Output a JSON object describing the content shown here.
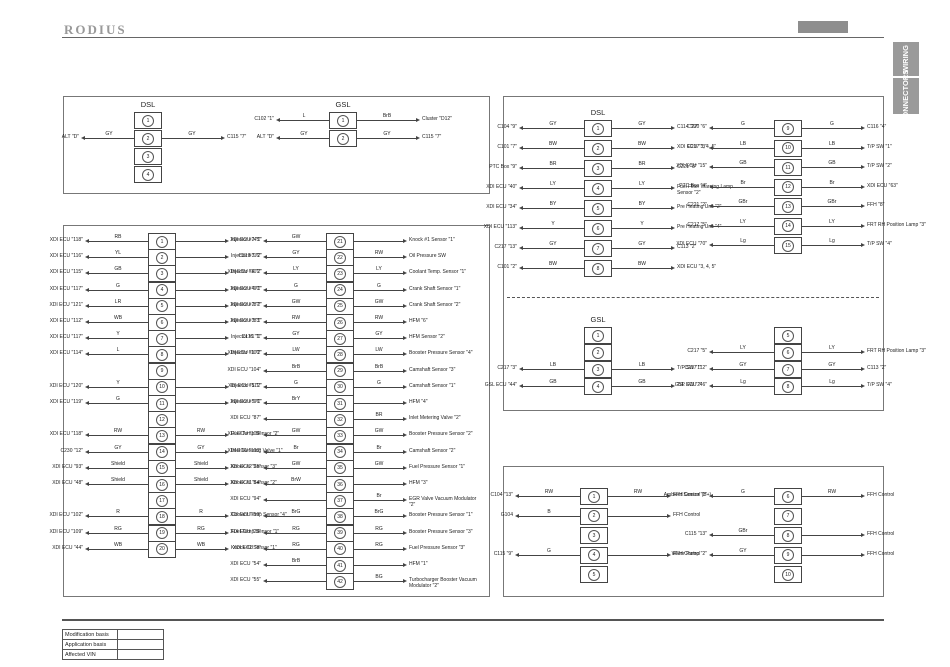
{
  "header": {
    "brand": "RODIUS"
  },
  "side_tabs": [
    "WIRING",
    "CONNECTORS"
  ],
  "footer": {
    "rows": [
      "Modification basis",
      "Application basis",
      "Affected VIN"
    ]
  },
  "sections": [
    {
      "id": "s1",
      "titles": [
        "DSL",
        "GSL"
      ],
      "groups": [
        {
          "title": "DSL",
          "pins": [
            {
              "n": "1"
            },
            {
              "n": "2",
              "left": "ALT \"D\"",
              "lw": "GY",
              "right": "C115 \"7\"",
              "rw": "GY"
            },
            {
              "n": "3"
            },
            {
              "n": "4"
            }
          ]
        },
        {
          "title": "GSL",
          "pins": [
            {
              "n": "1",
              "left": "C102 \"1\"",
              "lw": "L",
              "right": "Cluster \"D12\"",
              "rw": "BrB"
            },
            {
              "n": "2",
              "left": "ALT \"D\"",
              "lw": "GY",
              "right": "C115 \"7\"",
              "rw": "GY"
            }
          ]
        }
      ]
    },
    {
      "id": "s2",
      "groups": [
        {
          "pins": [
            {
              "n": "1",
              "left": "XDI ECU \"118\"",
              "lw": "RB",
              "right": "Injector #2 \"1\""
            },
            {
              "n": "2",
              "left": "XDI ECU \"116\"",
              "lw": "YL",
              "right": "Injector #3 \"2\""
            },
            {
              "n": "3",
              "left": "XDI ECU \"115\"",
              "lw": "GB",
              "right": "Injector #4 \"2\""
            },
            {
              "n": "4",
              "left": "XDI ECU \"117\"",
              "lw": "G",
              "right": "Injector #4 \"1\""
            },
            {
              "n": "5",
              "left": "XDI ECU \"121\"",
              "lw": "LR",
              "right": "Injector #2 \"2\""
            },
            {
              "n": "6",
              "left": "XDI ECU \"112\"",
              "lw": "WB",
              "right": "Injector #3 \"1\""
            },
            {
              "n": "7",
              "left": "XDI ECU \"117\"",
              "lw": "Y",
              "right": "Injector #1 \"1\""
            },
            {
              "n": "8",
              "left": "XDI ECU \"114\"",
              "lw": "L",
              "right": "Injector #1 \"2\""
            },
            {
              "n": "9"
            },
            {
              "n": "10",
              "left": "XDI ECU \"120\"",
              "lw": "Y",
              "right": "Injector #5 \"2\""
            },
            {
              "n": "11",
              "left": "XDI ECU \"119\"",
              "lw": "G",
              "right": "Injector #5 \"1\""
            },
            {
              "n": "12"
            },
            {
              "n": "13",
              "left": "XDI ECU \"118\"",
              "lw": "RW",
              "right": "Fuel Temp Sensor \"2\"",
              "rw": "RW"
            },
            {
              "n": "14",
              "left": "C230 \"12\"",
              "lw": "GY",
              "right": "Inlet Metering Valve \"1\"",
              "rw": "GY"
            },
            {
              "n": "15",
              "left": "XDI ECU \"93\"",
              "lw": "Shield",
              "right": "Knock #2 Sensor \"3\"",
              "rw": "Shield"
            },
            {
              "n": "16",
              "left": "XDI ECU \"48\"",
              "lw": "Shield",
              "right": "Knock #1 Sensor \"2\"",
              "rw": "Shield"
            },
            {
              "n": "17"
            },
            {
              "n": "18",
              "left": "XDI ECU \"102\"",
              "lw": "R",
              "right": "Coolant Temp Sensor \"4\"",
              "rw": "R"
            },
            {
              "n": "19",
              "left": "XDI ECU \"109\"",
              "lw": "RG",
              "right": "Fuel Temp Sensor \"1\"",
              "rw": "RG"
            },
            {
              "n": "20",
              "left": "XDI ECU \"44\"",
              "lw": "WB",
              "right": "Knock #2 Sensor \"1\"",
              "rw": "WB"
            }
          ]
        },
        {
          "pins": [
            {
              "n": "21",
              "left": "XDI ECU \"45\"",
              "lw": "GW",
              "right": "Knock #1 Sensor \"1\""
            },
            {
              "n": "22",
              "left": "C318 \"16\"",
              "lw": "GY",
              "right": "Oil Pressure SW",
              "rw": "RW"
            },
            {
              "n": "23",
              "left": "XDI ECU \"101\"",
              "lw": "LY",
              "right": "Coolant Temp. Sensor \"1\"",
              "rw": "LY"
            },
            {
              "n": "24",
              "left": "XDI ECU \"90\"",
              "lw": "G",
              "right": "Crank Shaft Sensor \"1\"",
              "rw": "G"
            },
            {
              "n": "25",
              "left": "XDI ECU \"87\"",
              "lw": "GW",
              "right": "Crank Shaft Sensor \"2\"",
              "rw": "GW"
            },
            {
              "n": "26",
              "left": "XDI ECU \"83\"",
              "lw": "RW",
              "right": "HFM \"6\"",
              "rw": "RW"
            },
            {
              "n": "27",
              "left": "C115 \"1\"",
              "lw": "GY",
              "right": "HFM Sensor \"2\"",
              "rw": "GY"
            },
            {
              "n": "28",
              "left": "XDI ECU \"100\"",
              "lw": "LW",
              "right": "Booster Pressure Sensor \"4\"",
              "rw": "LW"
            },
            {
              "n": "29",
              "left": "XDI ECU \"104\"",
              "lw": "BrB",
              "right": "Camshaft Sensor \"3\"",
              "rw": "BrB"
            },
            {
              "n": "30",
              "left": "XDI ECU \"111\"",
              "lw": "G",
              "right": "Camshaft Sensor \"1\"",
              "rw": "G"
            },
            {
              "n": "31",
              "left": "XDI ECU \"96\"",
              "lw": "BrY",
              "right": "HFM \"4\""
            },
            {
              "n": "32",
              "left": "XDI ECU \"87\"",
              "right": "Inlet Metering Valve \"2\"",
              "rw": "BR"
            },
            {
              "n": "33",
              "left": "XDI ECU \"108\"",
              "lw": "GW",
              "right": "Booster Pressure Sensor \"2\"",
              "rw": "GW"
            },
            {
              "n": "34",
              "left": "XDI ECU \"103\"",
              "lw": "Br",
              "right": "Camshaft Sensor \"2\"",
              "rw": "Br"
            },
            {
              "n": "35",
              "left": "XDI ECU \"25\"",
              "lw": "GW",
              "right": "Fuel Pressure Sensor \"1\"",
              "rw": "GW"
            },
            {
              "n": "36",
              "left": "XDI ECU \"84\"",
              "lw": "BrW",
              "right": "HFM \"3\""
            },
            {
              "n": "37",
              "left": "XDI ECU \"94\"",
              "right": "EGR Valve Vacuum Modulator \"2\"",
              "rw": "Br"
            },
            {
              "n": "38",
              "left": "XDI ECU \"59\"",
              "lw": "BrG",
              "right": "Booster Pressure Sensor \"1\"",
              "rw": "BrG"
            },
            {
              "n": "39",
              "left": "XDI ECU \"28\"",
              "lw": "RG",
              "right": "Booster Pressure Sensor \"3\"",
              "rw": "RG"
            },
            {
              "n": "40",
              "left": "XDI ECU \"8\"",
              "lw": "RG",
              "right": "Fuel Pressure Sensor \"3\"",
              "rw": "RG"
            },
            {
              "n": "41",
              "left": "XDI ECU \"54\"",
              "lw": "BrB",
              "right": "HFM \"1\""
            },
            {
              "n": "42",
              "left": "XDI ECU \"55\"",
              "right": "Turbocharger Booster Vacuum Modulator \"2\"",
              "rw": "BG"
            }
          ]
        }
      ]
    },
    {
      "id": "s3",
      "groups": [
        {
          "title": "DSL",
          "pins": [
            {
              "n": "1",
              "left": "C104 \"9\"",
              "lw": "GY",
              "right": "C114 \"27\"",
              "rw": "GY"
            },
            {
              "n": "2",
              "left": "C101 \"7\"",
              "lw": "BW",
              "right": "XDI ECU \"3, 4, 5\"",
              "rw": "BW"
            },
            {
              "n": "3",
              "left": "PTC Box \"9\"",
              "lw": "BR",
              "right": "C221 \"8\"",
              "rw": "BR"
            },
            {
              "n": "4",
              "left": "XDI ECU \"40\"",
              "lw": "LY",
              "right": "Fuel Filter Warning Lamp Sensor \"2\"",
              "rw": "LY"
            },
            {
              "n": "5",
              "left": "XDI ECU \"34\"",
              "lw": "BY",
              "right": "Pre Heating Unit \"2\"",
              "rw": "BY"
            },
            {
              "n": "6",
              "left": "XDI ECU \"113\"",
              "lw": "Y",
              "right": "Pre Heating Unit \"4\"",
              "rw": "Y"
            },
            {
              "n": "7",
              "left": "C217 \"13\"",
              "lw": "GY",
              "right": "C113 \"2\"",
              "rw": "GY"
            },
            {
              "n": "8",
              "left": "C101 \"2\"",
              "lw": "BW",
              "right": "XDI ECU \"3, 4, 5\"",
              "rw": "BW"
            }
          ]
        },
        {
          "pins": [
            {
              "n": "9",
              "left": "C220 \"6\"",
              "lw": "G",
              "right": "C116 \"4\"",
              "rw": "G"
            },
            {
              "n": "10",
              "left": "C217 \"3\"",
              "lw": "LB",
              "right": "T/P SW \"1\"",
              "rw": "LB"
            },
            {
              "n": "11",
              "left": "XDI ECU \"15\"",
              "lw": "GB",
              "right": "T/P SW \"2\"",
              "rw": "GB"
            },
            {
              "n": "12",
              "left": "PTC Box \"4\"",
              "lw": "Br",
              "right": "XDI ECU \"63\"",
              "rw": "Br"
            },
            {
              "n": "13",
              "left": "C221 \"2\"",
              "lw": "GBr",
              "right": "FFH \"8\"",
              "rw": "GBr"
            },
            {
              "n": "14",
              "left": "C217 \"5\"",
              "lw": "LY",
              "right": "FRT RH Position Lamp \"3\"",
              "rw": "LY"
            },
            {
              "n": "15",
              "left": "XDI ECU \"70\"",
              "lw": "Lg",
              "right": "T/P SW \"4\"",
              "rw": "Lg"
            }
          ]
        },
        {
          "title": "GSL",
          "pins": [
            {
              "n": "1"
            },
            {
              "n": "2"
            },
            {
              "n": "3",
              "left": "C217 \"3\"",
              "lw": "LB",
              "right": "T/P SW \"1\"",
              "rw": "LB"
            },
            {
              "n": "4",
              "left": "GSL ECU \"44\"",
              "lw": "GB",
              "right": "T/P SW \"2\"",
              "rw": "GB"
            }
          ]
        },
        {
          "pins": [
            {
              "n": "5"
            },
            {
              "n": "6",
              "left": "C217 \"5\"",
              "lw": "LY",
              "right": "FRT RH Position Lamp \"3\"",
              "rw": "LY"
            },
            {
              "n": "7",
              "left": "C217 \"12\"",
              "lw": "GY",
              "right": "C113 \"2\"",
              "rw": "GY"
            },
            {
              "n": "8",
              "left": "GSL ECU \"46\"",
              "lw": "Lg",
              "right": "T/P SW \"4\"",
              "rw": "Lg"
            }
          ]
        }
      ]
    },
    {
      "id": "s4",
      "groups": [
        {
          "pins": [
            {
              "n": "1",
              "left": "C104 \"13\"",
              "lw": "RW",
              "right": "FFH Control (B+)",
              "rw": "RW"
            },
            {
              "n": "2",
              "left": "G104",
              "lw": "B",
              "right": "FFH Control"
            },
            {
              "n": "3"
            },
            {
              "n": "4",
              "left": "C115 \"9\"",
              "lw": "G",
              "right": "FFH Control"
            },
            {
              "n": "5"
            }
          ]
        },
        {
          "pins": [
            {
              "n": "6",
              "left": "Ambient Sensor \"1\"",
              "lw": "G",
              "right": "FFH Control",
              "rw": "RW"
            },
            {
              "n": "7"
            },
            {
              "n": "8",
              "left": "C115 \"13\"",
              "lw": "GBr",
              "right": "FFH Control"
            },
            {
              "n": "9",
              "left": "Water Pump \"2\"",
              "lw": "GY",
              "right": "FFH Control"
            },
            {
              "n": "10"
            }
          ]
        }
      ]
    }
  ]
}
